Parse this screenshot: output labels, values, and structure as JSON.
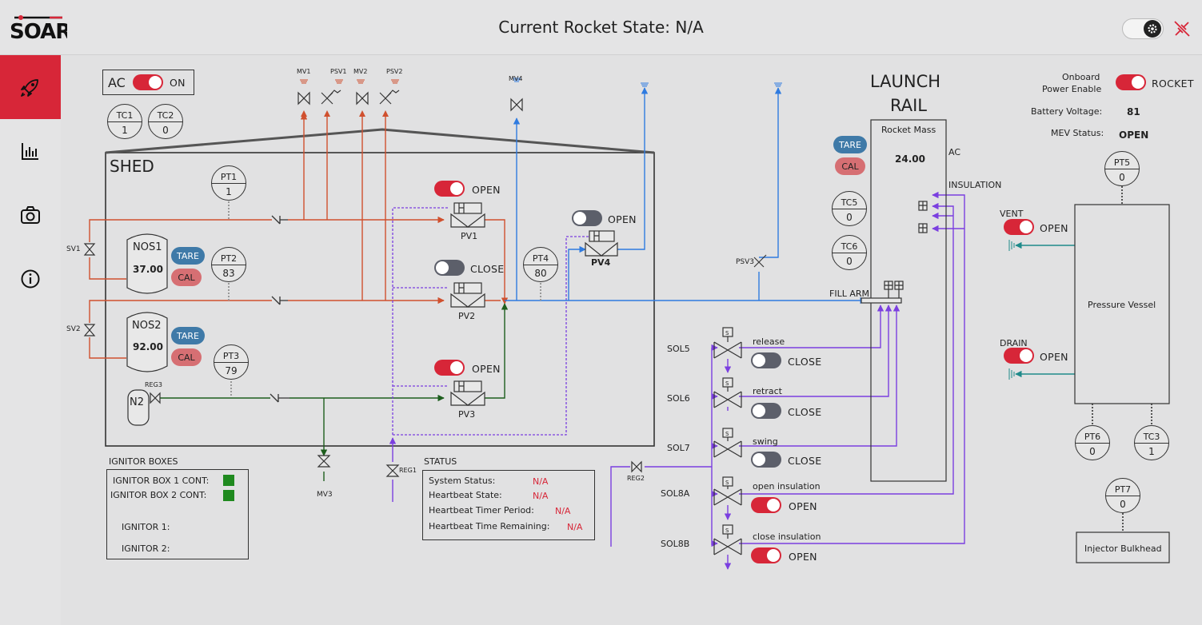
{
  "header": {
    "title": "Current Rocket State: N/A",
    "logo_text": "SOAR"
  },
  "colors": {
    "accent": "#d72638",
    "nos_line": "#d0502e",
    "n2_line": "#1d5e1d",
    "ox_line": "#2f7be0",
    "purple_line": "#7b3fe0",
    "teal": "#1f8a8a"
  },
  "nav": [
    "rocket-icon",
    "chart-icon",
    "camera-icon",
    "info-icon"
  ],
  "ac": {
    "label": "AC",
    "state": "ON"
  },
  "tc": [
    {
      "name": "TC1",
      "value": "1"
    },
    {
      "name": "TC2",
      "value": "0"
    },
    {
      "name": "TC5",
      "value": "0"
    },
    {
      "name": "TC6",
      "value": "0"
    },
    {
      "name": "TC3",
      "value": "1"
    }
  ],
  "shed": {
    "label": "SHED"
  },
  "pt": [
    {
      "name": "PT1",
      "value": "1"
    },
    {
      "name": "PT2",
      "value": "83"
    },
    {
      "name": "PT3",
      "value": "79"
    },
    {
      "name": "PT4",
      "value": "80"
    },
    {
      "name": "PT5",
      "value": "0"
    },
    {
      "name": "PT6",
      "value": "0"
    },
    {
      "name": "PT7",
      "value": "0"
    }
  ],
  "tanks": [
    {
      "name": "NOS1",
      "value": "37.00"
    },
    {
      "name": "NOS2",
      "value": "92.00"
    },
    {
      "name": "N2",
      "value": ""
    }
  ],
  "buttons": {
    "tare": "TARE",
    "cal": "CAL"
  },
  "valves_top": [
    "MV1",
    "PSV1",
    "MV2",
    "PSV2",
    "MV4"
  ],
  "sv": [
    "SV1",
    "SV2"
  ],
  "pv": [
    {
      "name": "PV1",
      "state": "OPEN"
    },
    {
      "name": "PV2",
      "state": "CLOSE"
    },
    {
      "name": "PV3",
      "state": "OPEN"
    },
    {
      "name": "PV4",
      "state": "OPEN"
    }
  ],
  "reg": [
    "REG1",
    "REG2",
    "REG3"
  ],
  "mv3": "MV3",
  "psv3": "PSV3",
  "fill_arm": "FILL ARM",
  "launch_rail": {
    "line1": "LAUNCH",
    "line2": "RAIL",
    "mass_label": "Rocket Mass",
    "mass_value": "24.00",
    "ac": "AC",
    "insulation": "INSULATION"
  },
  "onboard": {
    "label_line1": "Onboard",
    "label_line2": "Power Enable",
    "state": "ROCKET",
    "battery_label": "Battery Voltage:",
    "battery_value": "81",
    "mev_label": "MEV Status:",
    "mev_value": "OPEN"
  },
  "pressure_vessel": {
    "label": "Pressure Vessel",
    "vent_label": "VENT",
    "vent_state": "OPEN",
    "drain_label": "DRAIN",
    "drain_state": "OPEN",
    "injector": "Injector Bulkhead"
  },
  "solenoids": [
    {
      "name": "SOL5",
      "action": "release",
      "state": "CLOSE"
    },
    {
      "name": "SOL6",
      "action": "retract",
      "state": "CLOSE"
    },
    {
      "name": "SOL7",
      "action": "swing",
      "state": "CLOSE"
    },
    {
      "name": "SOL8A",
      "action": "open insulation",
      "state": "OPEN"
    },
    {
      "name": "SOL8B",
      "action": "close insulation",
      "state": "OPEN"
    }
  ],
  "ignitor": {
    "title": "IGNITOR BOXES",
    "box1": "IGNITOR BOX 1 CONT:",
    "box2": "IGNITOR BOX 2 CONT:",
    "ign1": "IGNITOR 1:",
    "ign2": "IGNITOR 2:",
    "status_color": "#1f8a1f"
  },
  "status": {
    "title": "STATUS",
    "rows": [
      {
        "label": "System Status:",
        "value": "N/A"
      },
      {
        "label": "Heartbeat State:",
        "value": "N/A"
      },
      {
        "label": "Heartbeat Timer Period:",
        "value": "N/A"
      },
      {
        "label": "Heartbeat Time Remaining:",
        "value": "N/A"
      }
    ]
  },
  "solenoid_icon_letter": "S"
}
